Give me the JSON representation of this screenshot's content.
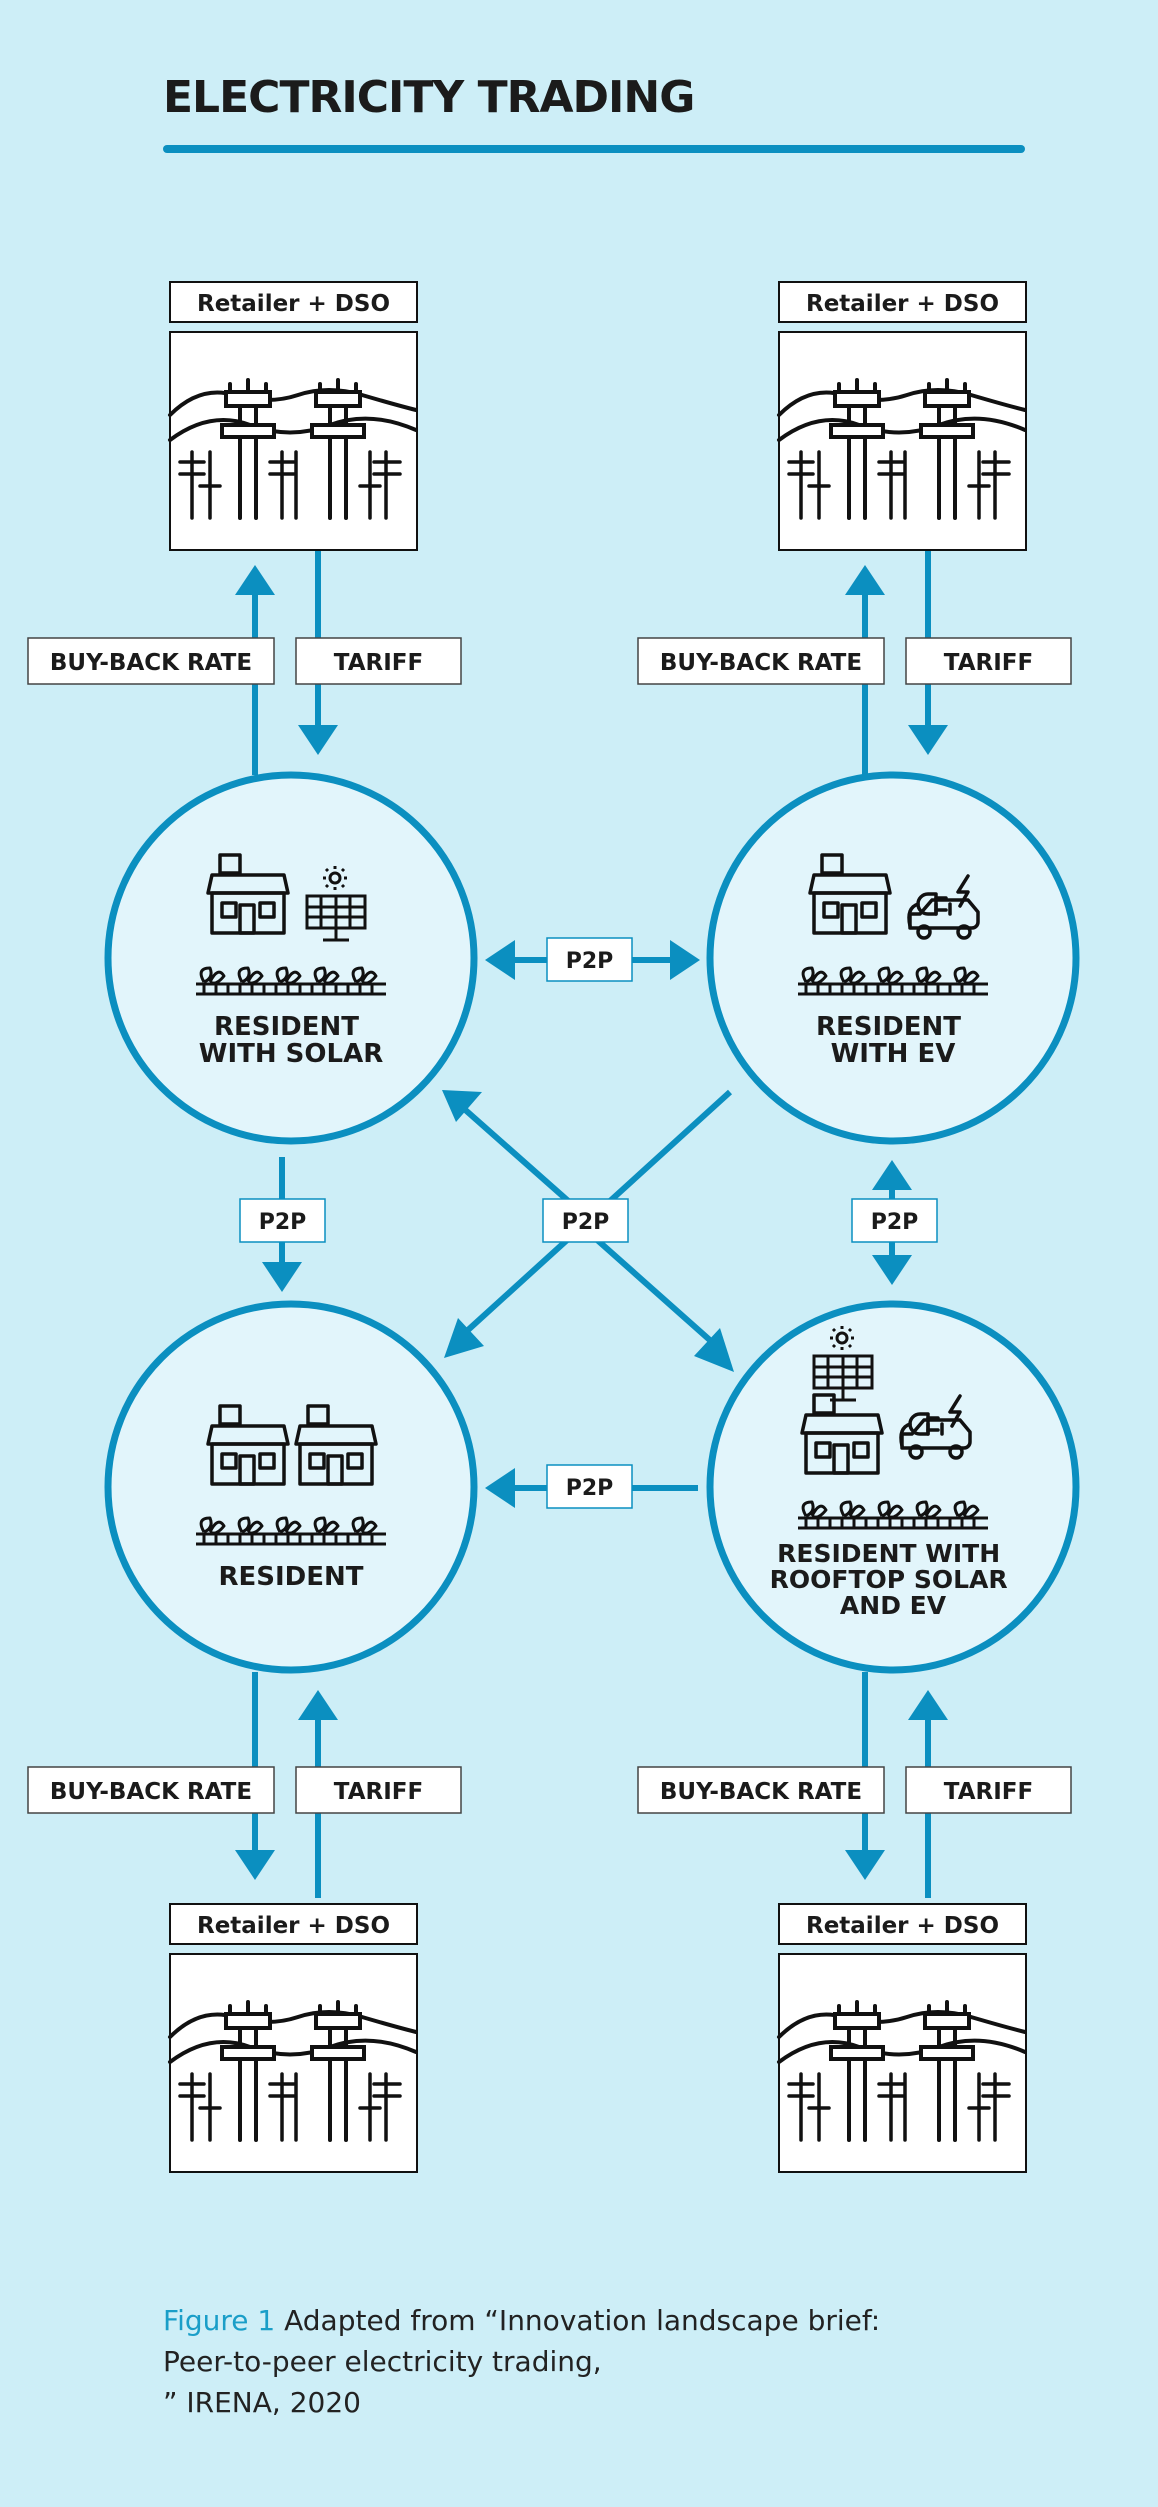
{
  "title": "ELECTRICITY TRADING",
  "retailer_label": "Retailer + DSO",
  "buyback_label": "BUY-BACK RATE",
  "tariff_label": "TARIFF",
  "p2p_label": "P2P",
  "nodes": {
    "solar": [
      "RESIDENT",
      "WITH SOLAR"
    ],
    "ev": [
      "RESIDENT",
      "WITH EV"
    ],
    "resident": [
      "RESIDENT"
    ],
    "rooftop": [
      "RESIDENT WITH",
      "ROOFTOP SOLAR",
      "AND EV"
    ]
  },
  "caption": {
    "figure": "Figure 1",
    "line1": " Adapted from “Innovation landscape brief:",
    "line2": "Peer-to-peer electricity trading,",
    "line3": "” IRENA, 2020"
  },
  "colors": {
    "accent": "#0b8fc0",
    "background": "#cdeef7",
    "circle_fill": "#e2f5fb"
  }
}
